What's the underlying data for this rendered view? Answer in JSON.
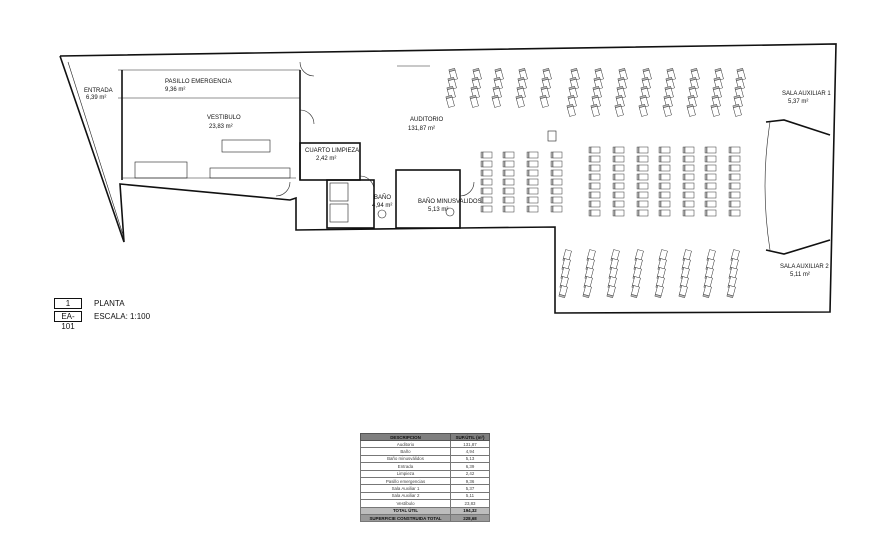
{
  "rooms": {
    "entrada": {
      "name": "ENTRADA",
      "area": "6,39 m²"
    },
    "pasillo": {
      "name": "PASILLO EMERGENCIA",
      "area": "9,36 m²"
    },
    "vestibulo": {
      "name": "VESTIBULO",
      "area": "23,83 m²"
    },
    "auditorio": {
      "name": "AUDITORIO",
      "area": "131,87 m²"
    },
    "limpieza": {
      "name": "CUARTO LIMPIEZA",
      "area": "2,42 m²"
    },
    "bano": {
      "name": "BAÑO",
      "area": "4,94 m²"
    },
    "bano_minusvalidos": {
      "name": "BAÑO MINUSVALIDOS",
      "area": "5,13 m²"
    },
    "sala_aux_1": {
      "name": "SALA AUXILIAR 1",
      "area": "5,37 m²"
    },
    "sala_aux_2": {
      "name": "SALA AUXILIAR 2",
      "area": "5,11 m²"
    }
  },
  "sheet": {
    "number": "1",
    "code": "EA-101",
    "title": "PLANTA",
    "scale": "ESCALA: 1:100"
  },
  "table": {
    "headers": [
      "DESCRIPCION",
      "SUP.ÚTIL (m²)"
    ],
    "rows": [
      {
        "desc": "Auditorio",
        "value": "131,87"
      },
      {
        "desc": "Baño",
        "value": "4,94"
      },
      {
        "desc": "Baño minusválidos",
        "value": "5,13"
      },
      {
        "desc": "Entrada",
        "value": "6,39"
      },
      {
        "desc": "Limpieza",
        "value": "2,42"
      },
      {
        "desc": "Pasillo emergencias",
        "value": "9,36"
      },
      {
        "desc": "Sala Auxiliar 1",
        "value": "5,37"
      },
      {
        "desc": "Sala Auxiliar 2",
        "value": "5,11"
      },
      {
        "desc": "Vestíbulo",
        "value": "23,83"
      }
    ],
    "total_label": "TOTAL ÚTIL",
    "total_value": "194,32",
    "built_label": "SUPERFICIE CONSTRUIDA TOTAL",
    "built_value": "228,68"
  }
}
